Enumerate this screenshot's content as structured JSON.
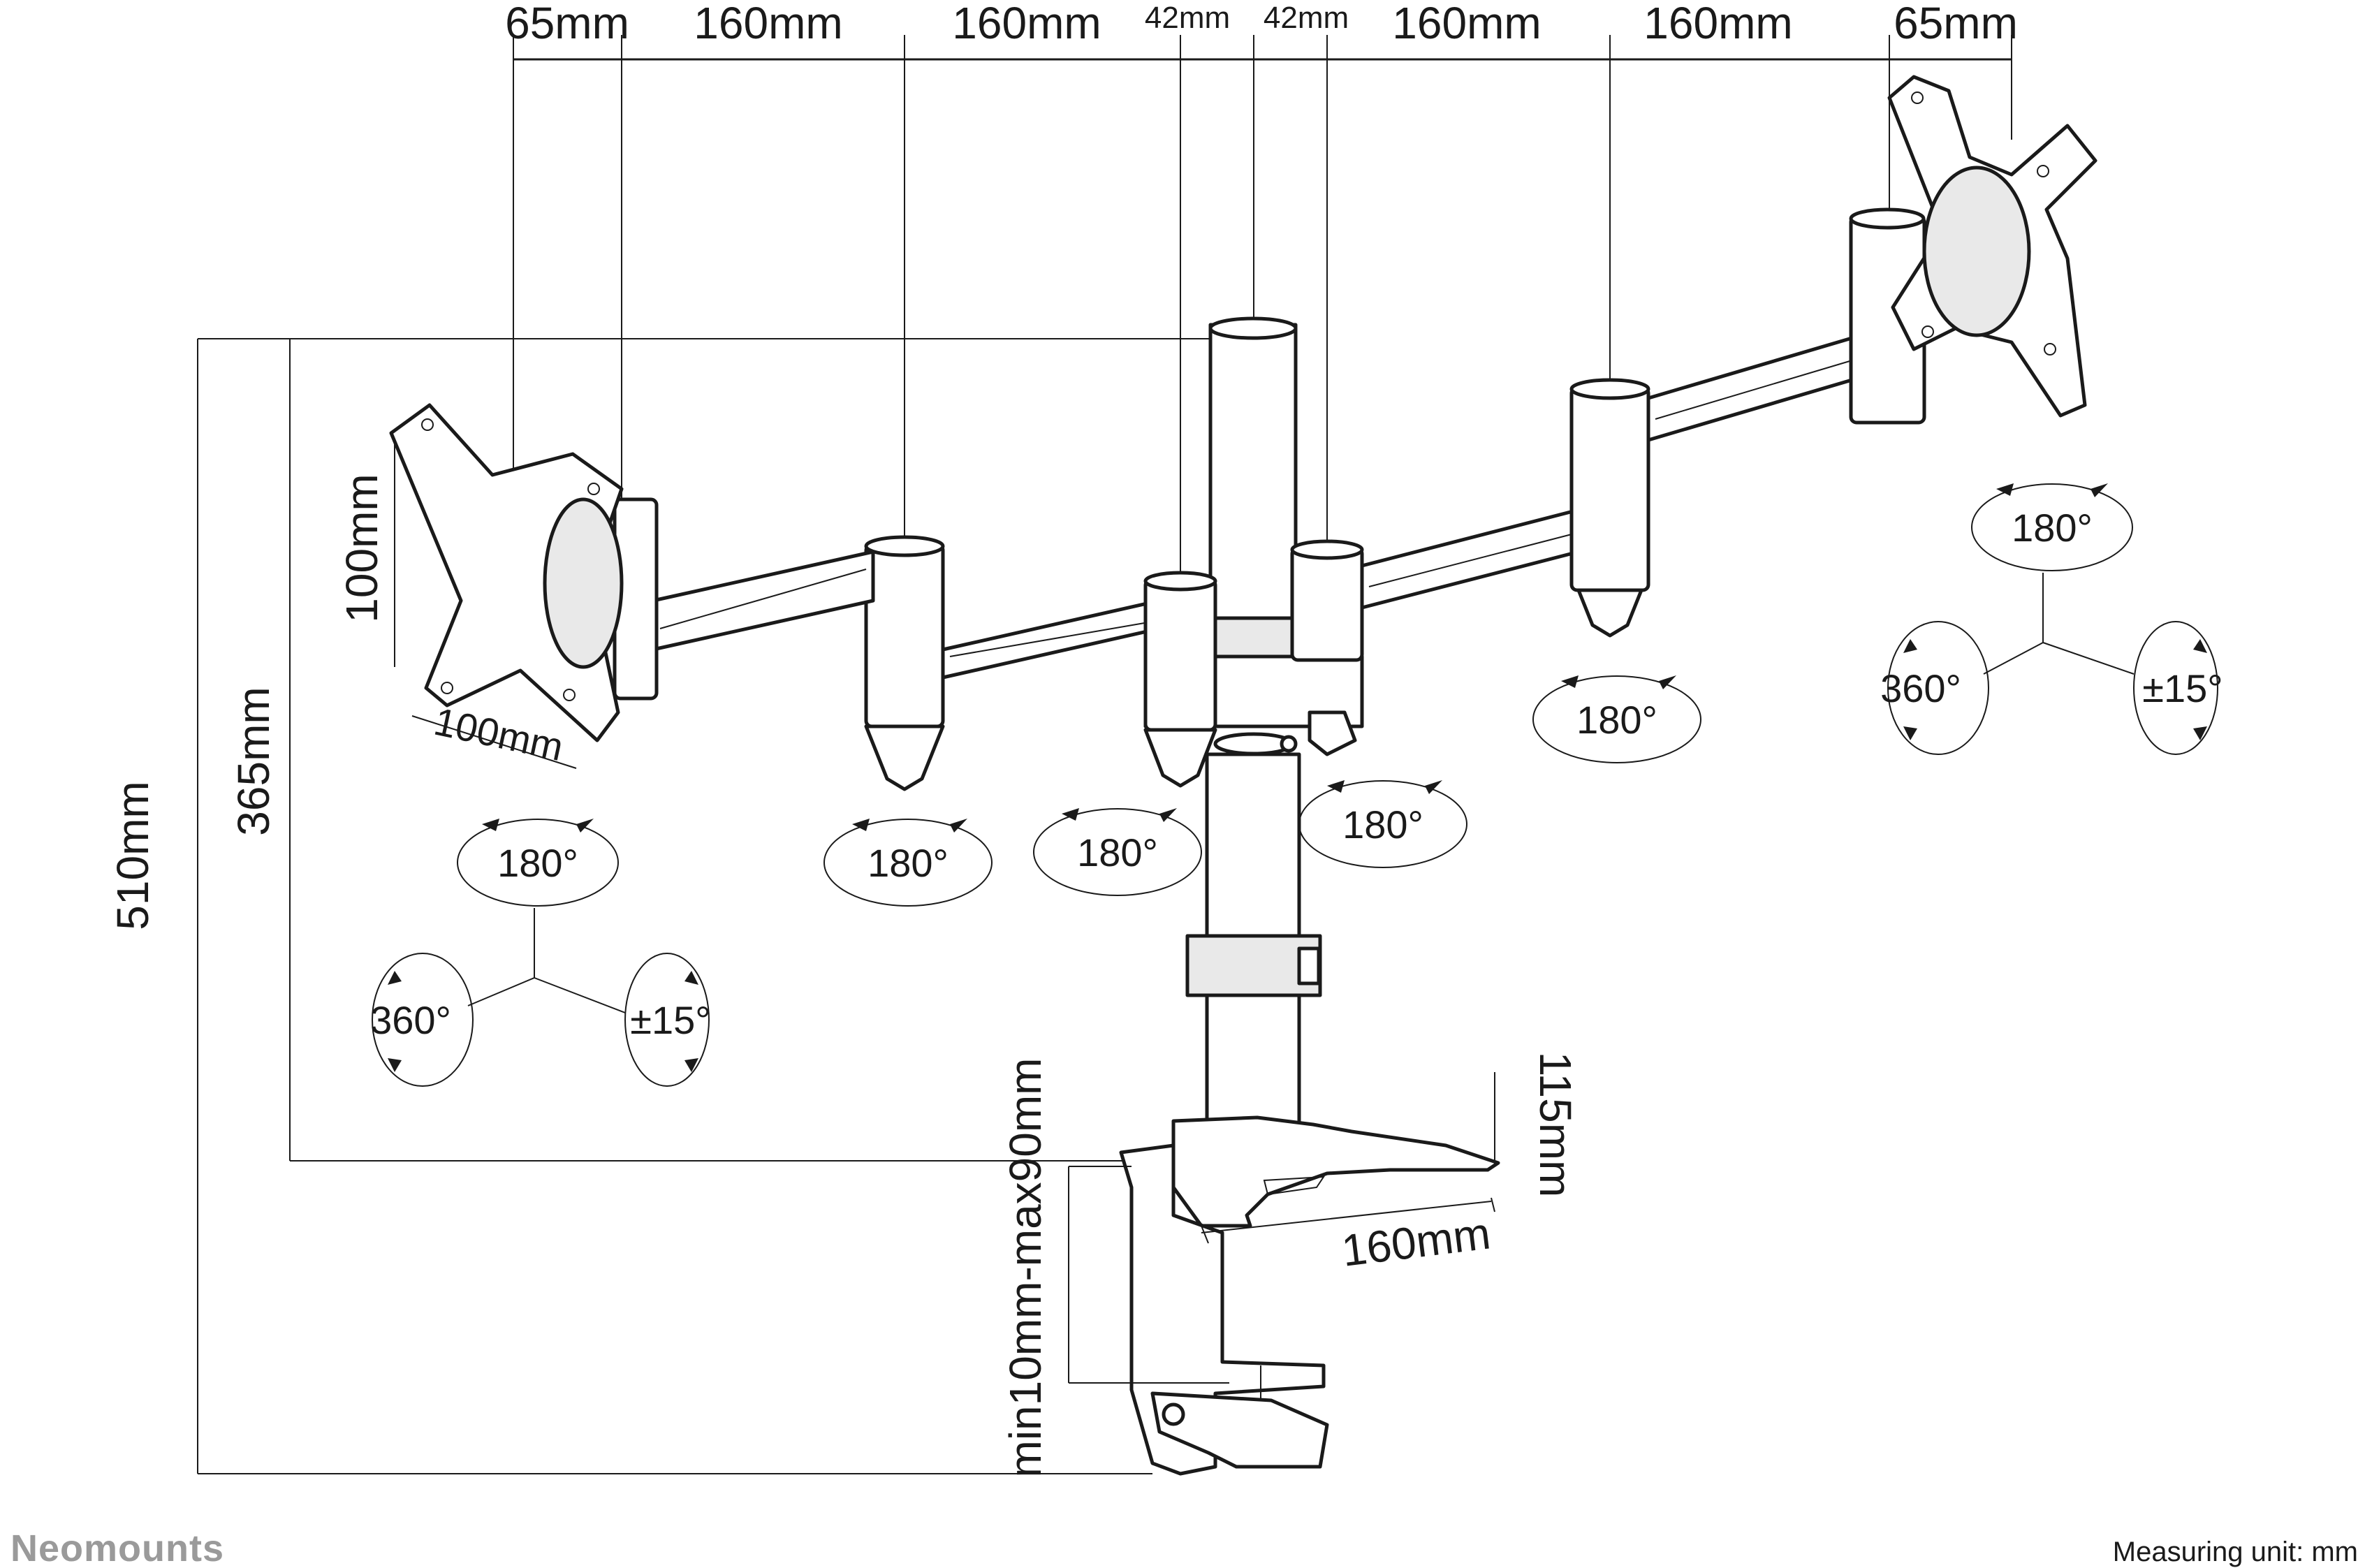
{
  "brand": "Neomounts",
  "measuring_unit": "Measuring unit: mm",
  "top_dimensions": [
    "65mm",
    "160mm",
    "160mm",
    "42mm",
    "42mm",
    "160mm",
    "160mm",
    "65mm"
  ],
  "vesa_height": "100mm",
  "vesa_width": "100mm",
  "height_510": "510mm",
  "height_365": "365mm",
  "desk_thickness": "min10mm-max90mm",
  "base_depth": "115mm",
  "base_length": "160mm",
  "rotations": {
    "r180": "180°",
    "r360": "360°",
    "tilt": "±15°"
  }
}
